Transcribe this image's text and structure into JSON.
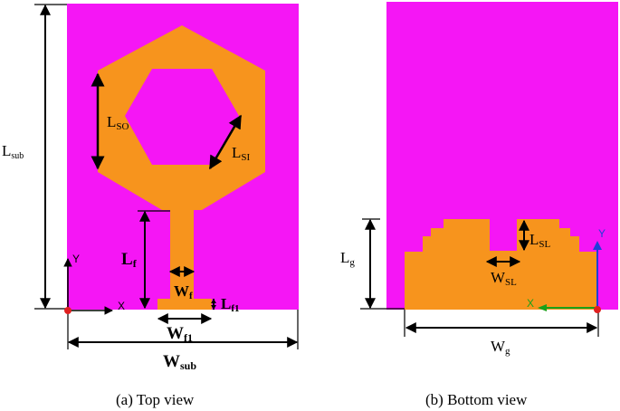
{
  "top_view": {
    "caption": "(a)  Top view",
    "dims": {
      "l_sub": {
        "main": "L",
        "sub": "sub"
      },
      "l_so": {
        "main": "L",
        "sub": "SO"
      },
      "l_si": {
        "main": "L",
        "sub": "SI"
      },
      "l_f": {
        "main": "L",
        "sub": "f"
      },
      "w_f": {
        "main": "W",
        "sub": "f"
      },
      "l_f1": {
        "main": "L",
        "sub": "f1"
      },
      "w_f1": {
        "main": "W",
        "sub": "f1"
      },
      "w_sub": {
        "main": "W",
        "sub": "sub"
      }
    },
    "axes": {
      "y": "Y",
      "x": "X"
    }
  },
  "bottom_view": {
    "caption": "(b) Bottom view",
    "dims": {
      "l_g": {
        "main": "L",
        "sub": "g"
      },
      "l_sl": {
        "main": "L",
        "sub": "SL"
      },
      "w_sl": {
        "main": "W",
        "sub": "SL"
      },
      "w_g": {
        "main": "W",
        "sub": "g"
      }
    },
    "axes": {
      "y": "Y",
      "x": "X"
    }
  },
  "colors": {
    "substrate": "#f516f5",
    "copper": "#f7941d",
    "dimension_line": "#000000",
    "origin_dot": "#e02020",
    "axis_y_bottom": "#1f3fd8",
    "axis_x_bottom": "#1aa11a"
  }
}
